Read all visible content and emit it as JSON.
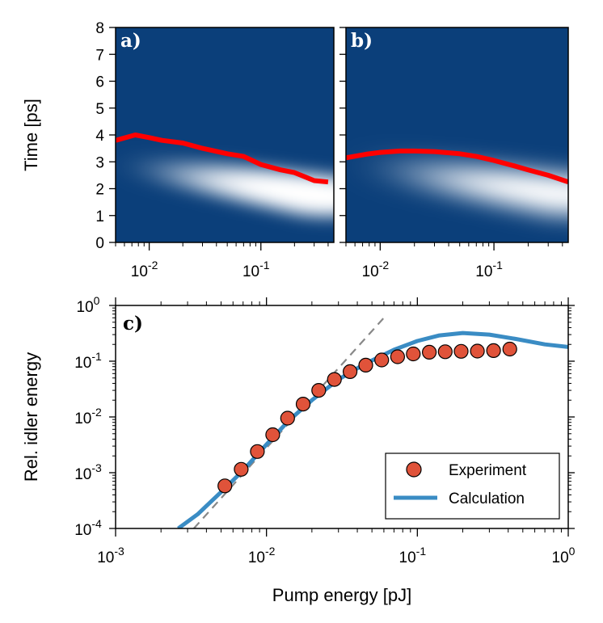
{
  "colors": {
    "heatmap_dark": "#0b3f7a",
    "heatmap_light": "#ffffff",
    "time_curve": "#ff0000",
    "experiment_fill": "#e0533a",
    "calculation_line": "#3a8cc4",
    "dashed_line": "#888888"
  },
  "chart_data": [
    {
      "type": "heatmap",
      "panel_label": "a)",
      "ylabel": "Time [ps]",
      "xscale": "log",
      "xlim": [
        0.005,
        0.45
      ],
      "ylim": [
        0,
        8
      ],
      "y_ticks": [
        "0",
        "1",
        "2",
        "3",
        "4",
        "5",
        "6",
        "7",
        "8"
      ],
      "x_ticks": [
        {
          "base": "10",
          "exp": "-2",
          "value": 0.01
        },
        {
          "base": "10",
          "exp": "-1",
          "value": 0.1
        }
      ],
      "ridge_curve": {
        "x": [
          0.005,
          0.0075,
          0.01,
          0.013,
          0.02,
          0.03,
          0.05,
          0.07,
          0.1,
          0.15,
          0.2,
          0.3,
          0.4
        ],
        "y": [
          3.8,
          4.0,
          3.9,
          3.8,
          3.7,
          3.5,
          3.3,
          3.2,
          2.9,
          2.7,
          2.6,
          2.3,
          2.25
        ]
      },
      "glow_center": {
        "x": [
          0.005,
          0.4
        ],
        "y": [
          3.0,
          1.7
        ]
      }
    },
    {
      "type": "heatmap",
      "panel_label": "b)",
      "xscale": "log",
      "xlim": [
        0.005,
        0.45
      ],
      "ylim": [
        0,
        8
      ],
      "x_ticks": [
        {
          "base": "10",
          "exp": "-2",
          "value": 0.01
        },
        {
          "base": "10",
          "exp": "-1",
          "value": 0.1
        }
      ],
      "ridge_curve": {
        "x": [
          0.005,
          0.0075,
          0.01,
          0.015,
          0.02,
          0.03,
          0.05,
          0.07,
          0.1,
          0.15,
          0.2,
          0.3,
          0.45
        ],
        "y": [
          3.15,
          3.28,
          3.35,
          3.4,
          3.4,
          3.38,
          3.3,
          3.2,
          3.05,
          2.85,
          2.7,
          2.5,
          2.25
        ]
      },
      "glow_center": {
        "x": [
          0.005,
          0.45
        ],
        "y": [
          3.0,
          1.75
        ]
      }
    },
    {
      "type": "scatter",
      "panel_label": "c)",
      "xlabel": "Pump energy [pJ]",
      "ylabel": "Rel. idler energy",
      "xscale": "log",
      "yscale": "log",
      "xlim": [
        0.001,
        1
      ],
      "ylim": [
        0.0001,
        1
      ],
      "x_ticks": [
        {
          "base": "10",
          "exp": "-3",
          "value": 0.001
        },
        {
          "base": "10",
          "exp": "-2",
          "value": 0.01
        },
        {
          "base": "10",
          "exp": "-1",
          "value": 0.1
        },
        {
          "base": "10",
          "exp": "0",
          "value": 1
        }
      ],
      "y_ticks": [
        {
          "base": "10",
          "exp": "-4",
          "value": 0.0001
        },
        {
          "base": "10",
          "exp": "-3",
          "value": 0.001
        },
        {
          "base": "10",
          "exp": "-2",
          "value": 0.01
        },
        {
          "base": "10",
          "exp": "-1",
          "value": 0.1
        },
        {
          "base": "10",
          "exp": "0",
          "value": 1
        }
      ],
      "legend_position": "bottom-right",
      "series": [
        {
          "name": "Experiment",
          "kind": "markers",
          "x": [
            0.0053,
            0.0068,
            0.0087,
            0.011,
            0.0138,
            0.0175,
            0.0222,
            0.0282,
            0.0358,
            0.0455,
            0.058,
            0.074,
            0.094,
            0.12,
            0.153,
            0.195,
            0.25,
            0.32,
            0.41
          ],
          "y": [
            0.00058,
            0.00115,
            0.0024,
            0.0048,
            0.0095,
            0.017,
            0.03,
            0.047,
            0.065,
            0.085,
            0.105,
            0.12,
            0.135,
            0.145,
            0.148,
            0.15,
            0.152,
            0.155,
            0.165
          ]
        },
        {
          "name": "Calculation",
          "kind": "line",
          "x": [
            0.0026,
            0.0035,
            0.005,
            0.007,
            0.01,
            0.014,
            0.02,
            0.03,
            0.045,
            0.07,
            0.1,
            0.14,
            0.2,
            0.3,
            0.45,
            0.7,
            1.0
          ],
          "y": [
            0.0001,
            0.00018,
            0.00045,
            0.0011,
            0.0032,
            0.0085,
            0.02,
            0.047,
            0.09,
            0.16,
            0.23,
            0.29,
            0.32,
            0.3,
            0.25,
            0.2,
            0.18
          ]
        },
        {
          "kind": "dashed",
          "x": [
            0.0033,
            0.06
          ],
          "y": [
            0.0001,
            0.6
          ]
        }
      ]
    }
  ]
}
